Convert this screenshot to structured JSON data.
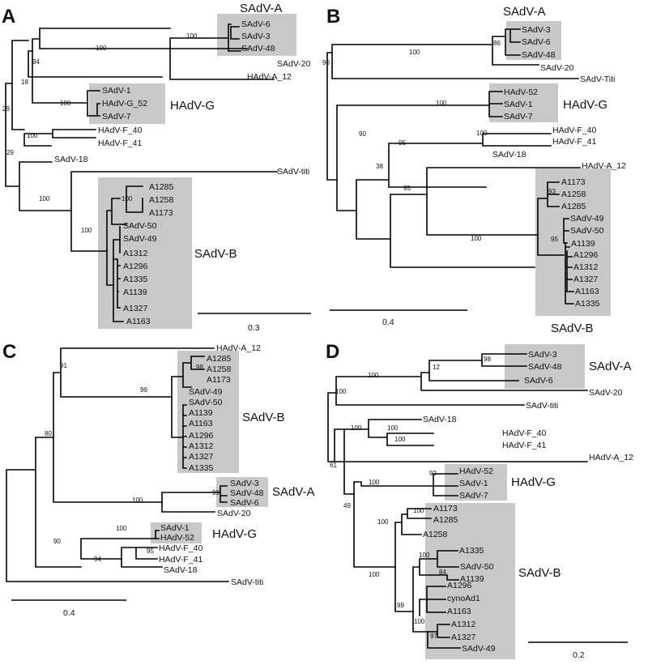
{
  "panels": {
    "A": {
      "label": "A",
      "clades": [
        "SAdV-A",
        "HAdV-G",
        "SAdV-B"
      ],
      "scale": "0.3",
      "leaves": [
        "SAdV-6",
        "SAdV-3",
        "SAdV-48",
        "SAdV-20",
        "HAdV-A_12",
        "SAdV-1",
        "HAdV-G_52",
        "SAdV-7",
        "HAdV-F_40",
        "HAdV-F_41",
        "SAdV-18",
        "SAdV-titi",
        "A1285",
        "A1258",
        "A1173",
        "SAdV-50",
        "SAdV-49",
        "A1312",
        "A1296",
        "A1335",
        "A1139",
        "A1327",
        "A1163"
      ],
      "support": [
        "100",
        "100",
        "94",
        "18",
        "100",
        "29",
        "100",
        "29",
        "100",
        "100",
        "100"
      ]
    },
    "B": {
      "label": "B",
      "clades": [
        "SAdV-A",
        "HAdV-G",
        "SAdV-B"
      ],
      "scale": "0.4",
      "leaves": [
        "SAdV-3",
        "SAdV-6",
        "SAdV-48",
        "SAdV-20",
        "SAdV-Titi",
        "HAdV-52",
        "SAdV-1",
        "SAdV-7",
        "HAdV-F_40",
        "HAdV-F_41",
        "SAdV-18",
        "HAdV-A_12",
        "A1173",
        "A1258",
        "A1285",
        "SAdV-49",
        "SAdV-50",
        "A1139",
        "A1296",
        "A1312",
        "A1327",
        "A1163",
        "A1335"
      ],
      "support": [
        "86",
        "100",
        "90",
        "100",
        "90",
        "100",
        "95",
        "38",
        "95",
        "100",
        "93",
        "95"
      ]
    },
    "C": {
      "label": "C",
      "clades": [
        "SAdV-B",
        "SAdV-A",
        "HAdV-G"
      ],
      "scale": "0.4",
      "leaves": [
        "HAdV-A_12",
        "A1285",
        "A1258",
        "A1173",
        "SAdV-49",
        "SAdV-50",
        "A1139",
        "A1163",
        "A1296",
        "A1312",
        "A1327",
        "A1335",
        "SAdV-3",
        "SAdV-48",
        "SAdV-6",
        "SAdV-20",
        "SAdV-1",
        "HAdV-52",
        "HAdV-F_40",
        "HAdV-F_41",
        "SAdV-18",
        "SAdV-titi"
      ],
      "support": [
        "91",
        "98",
        "99",
        "80",
        "99",
        "100",
        "100",
        "90",
        "95",
        "94"
      ]
    },
    "D": {
      "label": "D",
      "clades": [
        "SAdV-A",
        "HAdV-G",
        "SAdV-B"
      ],
      "scale": "0.2",
      "leaves": [
        "SAdV-3",
        "SAdV-48",
        "SAdV-6",
        "SAdV-20",
        "SAdV-titi",
        "SAdV-18",
        "HAdV-F_40",
        "HAdV-F_41",
        "HAdV-A_12",
        "HAdV-52",
        "SAdV-1",
        "SAdV-7",
        "A1173",
        "A1285",
        "A1258",
        "A1335",
        "SAdV-50",
        "A1139",
        "A1296",
        "cynoAd1",
        "A1163",
        "A1312",
        "A1327",
        "SAdV-49"
      ],
      "support": [
        "98",
        "12",
        "100",
        "100",
        "100",
        "100",
        "100",
        "92",
        "100",
        "61",
        "49",
        "100",
        "100",
        "100",
        "84",
        "100",
        "99",
        "100",
        "97"
      ]
    }
  }
}
